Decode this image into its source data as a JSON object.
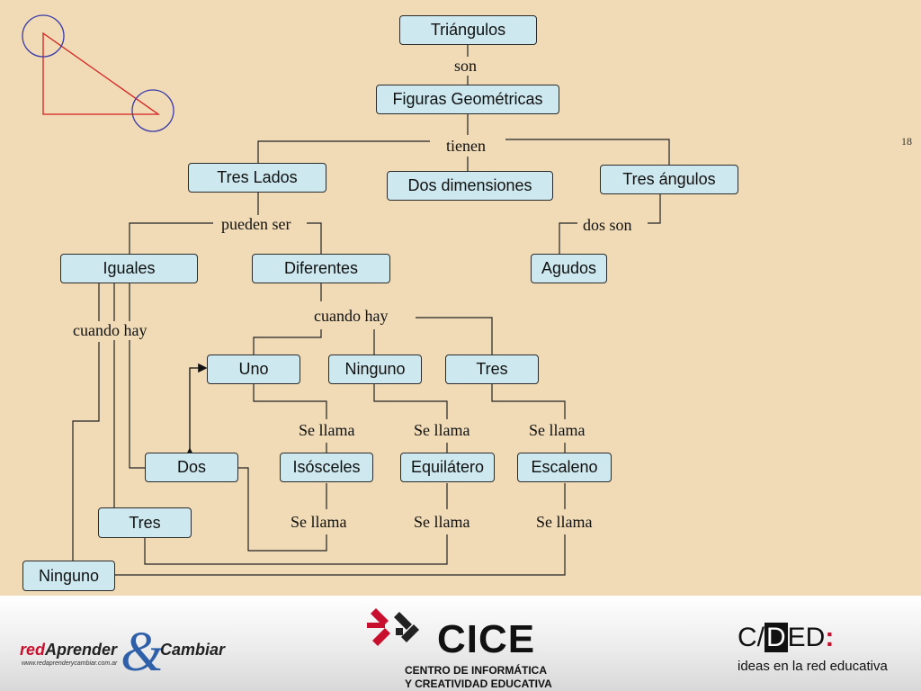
{
  "slide_number": "18",
  "nodes": {
    "triangulos": "Triángulos",
    "figuras": "Figuras Geométricas",
    "tres_lados": "Tres Lados",
    "dos_dimensiones": "Dos dimensiones",
    "tres_angulos": "Tres ángulos",
    "iguales": "Iguales",
    "diferentes": "Diferentes",
    "agudos": "Agudos",
    "uno": "Uno",
    "ninguno_mid": "Ninguno",
    "tres_mid": "Tres",
    "dos": "Dos",
    "isosceles": "Isósceles",
    "equilatero": "Equilátero",
    "escaleno": "Escaleno",
    "tres_left": "Tres",
    "ninguno_left": "Ninguno"
  },
  "labels": {
    "son": "son",
    "tienen": "tienen",
    "pueden_ser": "pueden ser",
    "dos_son": "dos son",
    "cuando_hay_left": "cuando hay",
    "cuando_hay_mid": "cuando hay",
    "se_llama_1": "Se llama",
    "se_llama_2": "Se llama",
    "se_llama_3": "Se llama",
    "se_llama_4": "Se llama",
    "se_llama_5": "Se llama",
    "se_llama_6": "Se llama"
  },
  "footer": {
    "logo1_red": "red",
    "logo1_text": "Aprender",
    "logo1_amp": "&",
    "logo1_text2": "Cambiar",
    "logo1_url": "www.redaprenderycambiar.com.ar",
    "logo2_name": "CICE",
    "logo2_line1": "CENTRO DE INFORMÁTICA",
    "logo2_line2": "Y CREATIVIDAD EDUCATIVA",
    "logo3_c": "C/",
    "logo3_d": "D",
    "logo3_ed": "ED",
    "logo3_colon": ":",
    "logo3_tag": "ideas en la red educativa"
  },
  "colors": {
    "background": "#f0dbb6",
    "node_fill": "#cde9ef",
    "triangle": "#d42020",
    "circles": "#3a3aa8"
  }
}
